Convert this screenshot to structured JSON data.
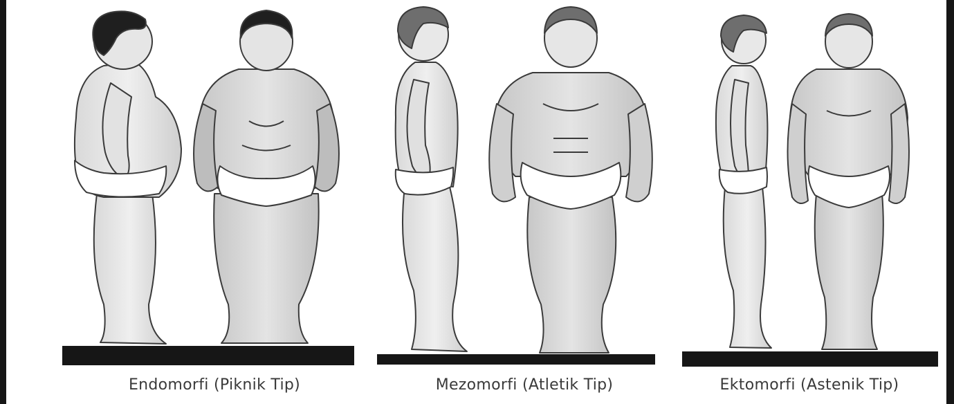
{
  "colors": {
    "background_frame": "#161616",
    "panel": "#ffffff",
    "skin_light": "#ececec",
    "skin_dark": "#c9c9c9",
    "outline": "#3a3a3a",
    "hair": "#1f1f1f",
    "hair_grey": "#6e6e6e",
    "floor": "#161616"
  },
  "figures": [
    {
      "id": "endomorph",
      "caption": "Endomorfi (Piknik Tip)",
      "views": [
        "side",
        "front"
      ]
    },
    {
      "id": "mesomorph",
      "caption": "Mezomorfi (Atletik Tip)",
      "views": [
        "side",
        "front"
      ]
    },
    {
      "id": "ectomorph",
      "caption": "Ektomorfi (Astenik Tip)",
      "views": [
        "side",
        "front"
      ]
    }
  ]
}
